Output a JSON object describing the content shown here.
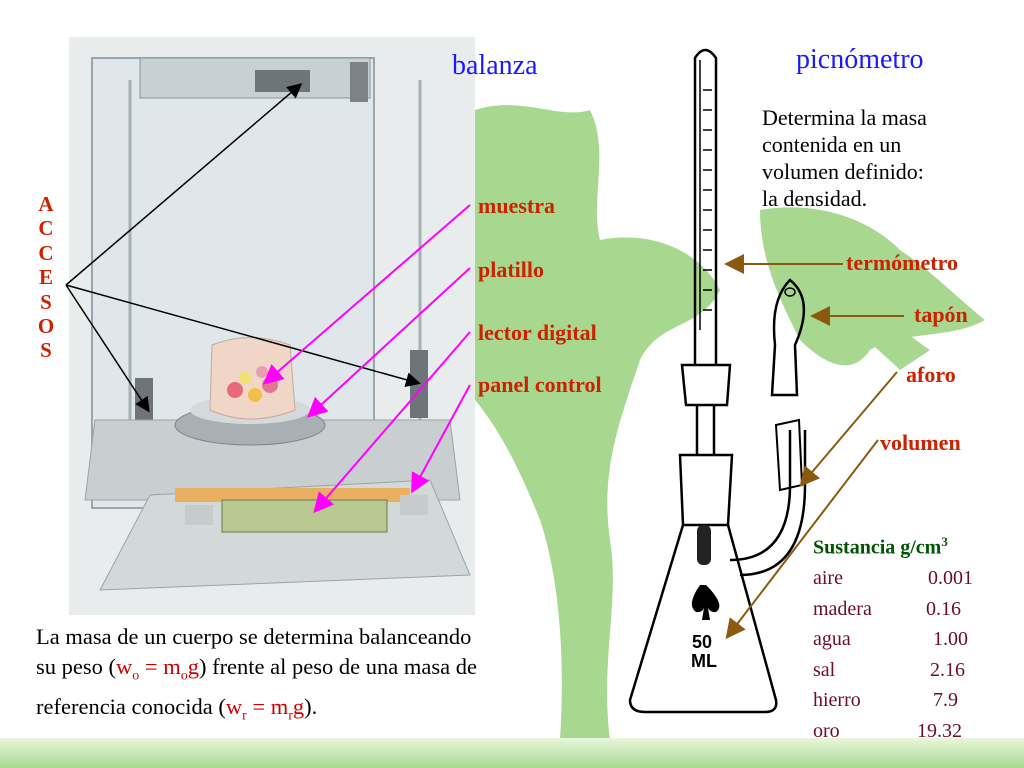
{
  "balance": {
    "title": "balanza",
    "access_letters": [
      "A",
      "C",
      "C",
      "E",
      "S",
      "O",
      "S"
    ],
    "labels": [
      "muestra",
      "platillo",
      "lector digital",
      "panel control"
    ]
  },
  "pycnometer": {
    "title": "picnómetro",
    "description": [
      "Determina la masa",
      "contenida en un",
      "volumen definido:",
      "la densidad."
    ],
    "labels": [
      "termómetro",
      "tapón",
      "aforo",
      "volumen"
    ],
    "flask_marking": [
      "50",
      "ML"
    ]
  },
  "caption": {
    "line1": "La masa de un cuerpo se determina balanceando",
    "line2_a": "su peso (",
    "w": "w",
    "sub_o": "o",
    "eq": " = m",
    "g": "g",
    "line2_b": ") frente al peso de una masa de",
    "line3_a": "referencia conocida (",
    "sub_r": "r",
    "line3_b": ")."
  },
  "density_table": {
    "header": "Sustancia g/cm",
    "header_sup": "3",
    "rows": [
      {
        "name": "aire",
        "value": "0.001"
      },
      {
        "name": "madera",
        "value": "0.16"
      },
      {
        "name": "agua",
        "value": "1.00"
      },
      {
        "name": "sal",
        "value": "2.16"
      },
      {
        "name": "hierro",
        "value": "7.9"
      },
      {
        "name": "oro",
        "value": "19.32"
      }
    ]
  },
  "colors": {
    "tree_green": "#a8d890",
    "band_green": "#b8e0a0",
    "title_blue": "#1a1aff",
    "label_red": "#cc2200",
    "arrow_magenta": "#ff00ff",
    "arrow_brown": "#8b5a10",
    "value_maroon": "#6b0c2a",
    "header_green": "#005500"
  }
}
